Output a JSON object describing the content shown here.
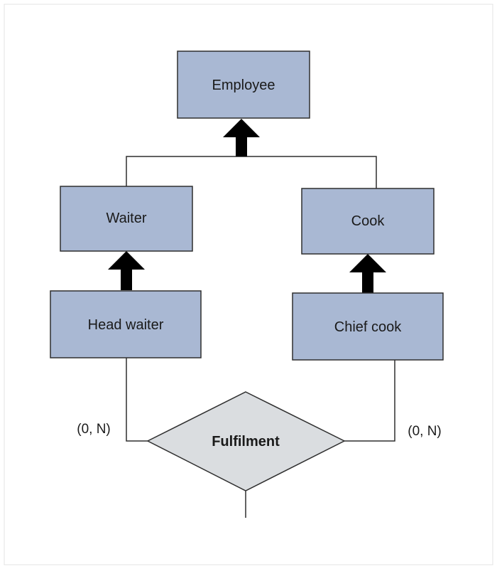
{
  "entities": {
    "employee": {
      "label": "Employee"
    },
    "waiter": {
      "label": "Waiter"
    },
    "cook": {
      "label": "Cook"
    },
    "head_waiter": {
      "label": "Head waiter"
    },
    "chief_cook": {
      "label": "Chief cook"
    }
  },
  "relationship": {
    "label": "Fulfilment"
  },
  "cardinalities": {
    "head_waiter_side": "(0, N)",
    "chief_cook_side": "(0, N)"
  },
  "colors": {
    "entity_fill": "#a9b8d3",
    "relationship_fill": "#dadde0",
    "arrow": "#000000",
    "line": "#2f2f2f"
  }
}
